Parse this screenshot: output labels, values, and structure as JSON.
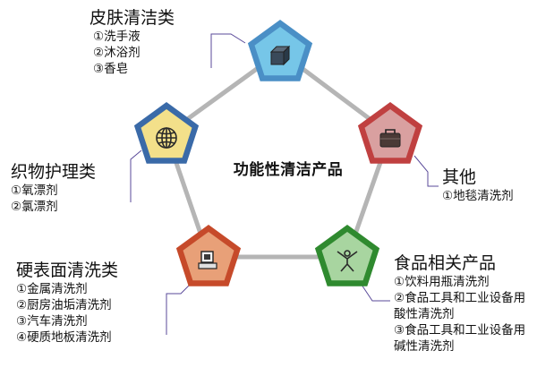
{
  "center": {
    "title": "功能性清洁产品"
  },
  "categories": [
    {
      "id": "skin",
      "title": "皮肤清洁类",
      "items": [
        "①洗手液",
        "②沐浴剂",
        "③香皂"
      ],
      "icon": "box-icon",
      "colors": {
        "outer": "#4a8fc6",
        "inner": "#76c6e8"
      }
    },
    {
      "id": "other",
      "title": "其他",
      "items": [
        "①地毯清洗剂"
      ],
      "icon": "briefcase-icon",
      "colors": {
        "outer": "#c04040",
        "inner": "#d9a0a0"
      }
    },
    {
      "id": "food",
      "title": "食品相关产品",
      "items": [
        "①饮料用瓶清洗剂",
        "②食品工具和工业设备用酸性清洗剂",
        "③食品工具和工业设备用碱性清洗剂"
      ],
      "icon": "person-icon",
      "colors": {
        "outer": "#2f8a2f",
        "inner": "#a8d5a0"
      }
    },
    {
      "id": "hard",
      "title": "硬表面清洗类",
      "items": [
        "①金属清洗剂",
        "②厨房油垢清洗剂",
        "③汽车清洗剂",
        "④硬质地板清洗剂"
      ],
      "icon": "computer-icon",
      "colors": {
        "outer": "#c64a2a",
        "inner": "#e8a078"
      }
    },
    {
      "id": "textile",
      "title": "织物护理类",
      "items": [
        "①氧漂剂",
        "②氯漂剂"
      ],
      "icon": "globe-icon",
      "colors": {
        "outer": "#3a6aa8",
        "inner": "#f3e08a"
      }
    }
  ],
  "connector_color": "#b5b5b5"
}
